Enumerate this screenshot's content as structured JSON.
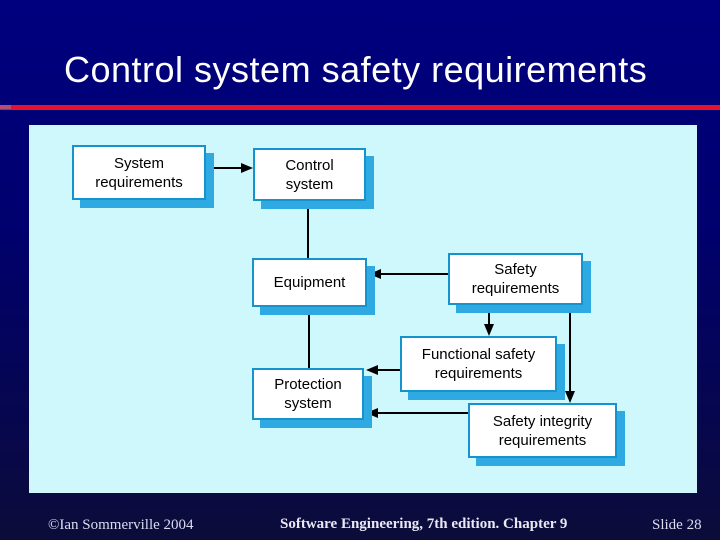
{
  "slide": {
    "title": "Control system safety requirements",
    "footer": {
      "left": "©Ian Sommerville 2004",
      "center": "Software Engineering, 7th edition. Chapter 9",
      "right": "Slide 28"
    }
  },
  "colors": {
    "background_top": "#00007f",
    "background_bottom": "#0c0c3a",
    "divider_red": "#e8112d",
    "divider_pink": "#b84c72",
    "panel_background": "#cff8fc",
    "node_fill": "#ffffff",
    "node_border": "#1593cf",
    "node_shadow": "#2fa9e1",
    "connector": "#000000",
    "title_text": "#ffffff",
    "node_text": "#000000"
  },
  "diagram": {
    "nodes": [
      {
        "id": "system-requirements",
        "label": "System\nrequirements"
      },
      {
        "id": "control-system",
        "label": "Control\nsystem"
      },
      {
        "id": "equipment",
        "label": "Equipment"
      },
      {
        "id": "safety-requirements",
        "label": "Safety\nrequirements"
      },
      {
        "id": "functional-safety-requirements",
        "label": "Functional safety\nrequirements"
      },
      {
        "id": "protection-system",
        "label": "Protection\nsystem"
      },
      {
        "id": "safety-integrity-requirements",
        "label": "Safety integrity\nrequirements"
      }
    ],
    "edges": [
      {
        "from": "system-requirements",
        "to": "control-system",
        "arrowhead": true
      },
      {
        "from": "control-system",
        "to": "equipment",
        "arrowhead": false
      },
      {
        "from": "safety-requirements",
        "to": "equipment",
        "arrowhead": true
      },
      {
        "from": "safety-requirements",
        "to": "functional-safety-requirements",
        "arrowhead": true
      },
      {
        "from": "equipment",
        "to": "protection-system",
        "arrowhead": false
      },
      {
        "from": "functional-safety-requirements",
        "to": "protection-system",
        "arrowhead": true
      },
      {
        "from": "safety-requirements",
        "to": "safety-integrity-requirements",
        "arrowhead": true
      },
      {
        "from": "safety-integrity-requirements",
        "to": "protection-system",
        "arrowhead": true
      }
    ]
  }
}
